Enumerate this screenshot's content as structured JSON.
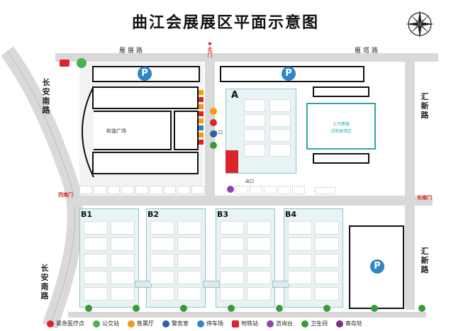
{
  "title": "曲江会展展区平面示意图",
  "roads": {
    "top_left": "雁展路",
    "top_right": "雁塔路",
    "left_upper": "长安南路",
    "left_lower": "长安南路",
    "right_upper": "汇新路",
    "right_lower": "汇新路"
  },
  "gates": {
    "north": "北门",
    "west": "西南门",
    "east": "东南门",
    "entrance": "入口",
    "exit": "出口"
  },
  "areas": {
    "plaza": "和谐广场",
    "hall_a": "A",
    "hall_b1": "B1",
    "hall_b2": "B2",
    "hall_b3": "B3",
    "hall_b4": "B4",
    "saic_zone_line1": "上汽荣威",
    "saic_zone_line2": "试驾体验区",
    "parking": "P"
  },
  "legend": [
    {
      "icon": "first-aid-icon",
      "label": "紧急医疗点",
      "color": "#d8262a"
    },
    {
      "icon": "bus-icon",
      "label": "公交站",
      "color": "#4caf50"
    },
    {
      "icon": "ticket-icon",
      "label": "售票厅",
      "color": "#f39c12"
    },
    {
      "icon": "police-icon",
      "label": "警务室",
      "color": "#2f5fa8"
    },
    {
      "icon": "parking-icon",
      "label": "停车场",
      "color": "#2f86c6"
    },
    {
      "icon": "metro-icon",
      "label": "地铁站",
      "color": "#d8262a"
    },
    {
      "icon": "info-icon",
      "label": "咨询台",
      "color": "#8e44ad"
    },
    {
      "icon": "restroom-icon",
      "label": "卫生间",
      "color": "#3a9a3a"
    },
    {
      "icon": "storage-icon",
      "label": "寄存处",
      "color": "#7b2d8e"
    }
  ]
}
